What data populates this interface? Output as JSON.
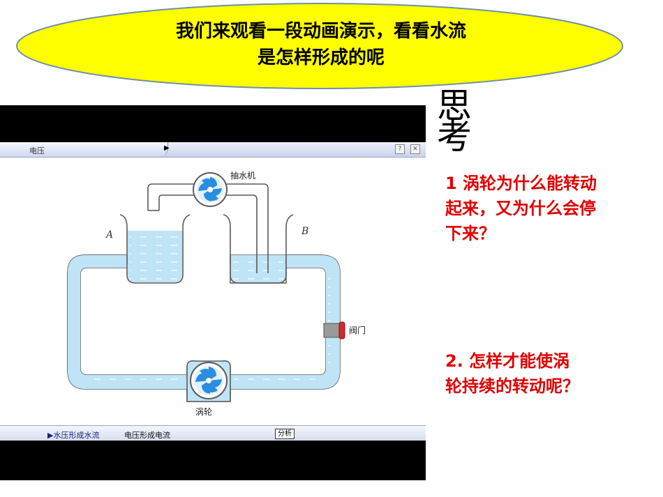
{
  "title": {
    "line1": "我们来观看一段动画演示，看看水流",
    "line2": "是怎样形成的呢"
  },
  "player": {
    "tab_label": "电压",
    "help_label": "?",
    "close_label": "✕",
    "bottom": {
      "link_water": "▶水压形成水流",
      "link_electric": "电压形成电流",
      "analyze_button": "分析"
    }
  },
  "diagram": {
    "label_a": "A",
    "label_b": "B",
    "pump_label": "抽水机",
    "turbine_label": "涡轮",
    "valve_label": "阀门",
    "colors": {
      "water": "#bfe4f6",
      "pipe_stroke": "#5a5a5a",
      "fan": "#2a8de0",
      "valve": "#d22a2a"
    }
  },
  "think": {
    "heading_line1": "思",
    "heading_line2": "考"
  },
  "questions": {
    "q1_line1": "1 涡轮为什么能转动",
    "q1_line2": "起来，又为什么会停",
    "q1_line3": "下来？",
    "q2_line1": "2. 怎样才能使涡",
    "q2_line2": "轮持续的转动呢？"
  }
}
